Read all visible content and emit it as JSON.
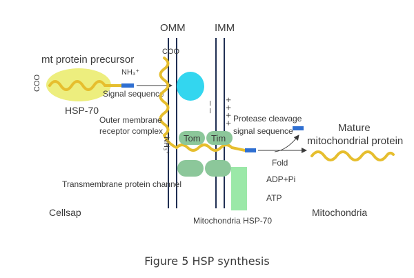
{
  "figure": {
    "caption": "Figure 5 HSP synthesis"
  },
  "membranes": {
    "outer_label": "OMM",
    "inner_label": "IMM"
  },
  "precursor": {
    "title": "mt protein precursor",
    "coo_left": "COO",
    "nh3": "NH₃⁺",
    "hsp": "HSP-70",
    "signal_sequence": "Signal sequence"
  },
  "import": {
    "coo_top": "COO",
    "nh3_vertical": "NH₃⁺",
    "outer_receptor_line1": "Outer membrane",
    "outer_receptor_line2": "receptor complex",
    "tom": "Tom",
    "tim": "Tim",
    "minus_signs": "– –",
    "plus_signs": "+ + + +",
    "protease_line1": "Protease cleavage",
    "protease_line2": "signal sequence",
    "channel": "Transmembrane protein channel",
    "fold": "Fold",
    "adp": "ADP+Pi",
    "atp": "ATP",
    "mito_hsp": "Mitochondria HSP-70"
  },
  "product": {
    "mature_line1": "Mature",
    "mature_line2": "mitochondrial protein"
  },
  "compartments": {
    "cellsap": "Cellsap",
    "mitochondria": "Mitochondria"
  },
  "colors": {
    "chain": "#E6BE2E",
    "chaperone": "#EDEE7E",
    "receptor": "#33D6EF",
    "complex": "#8CC79A",
    "hsp_bar": "#9BE8A8",
    "signal": "#2F6FD1",
    "membrane": "#1F2E52"
  }
}
